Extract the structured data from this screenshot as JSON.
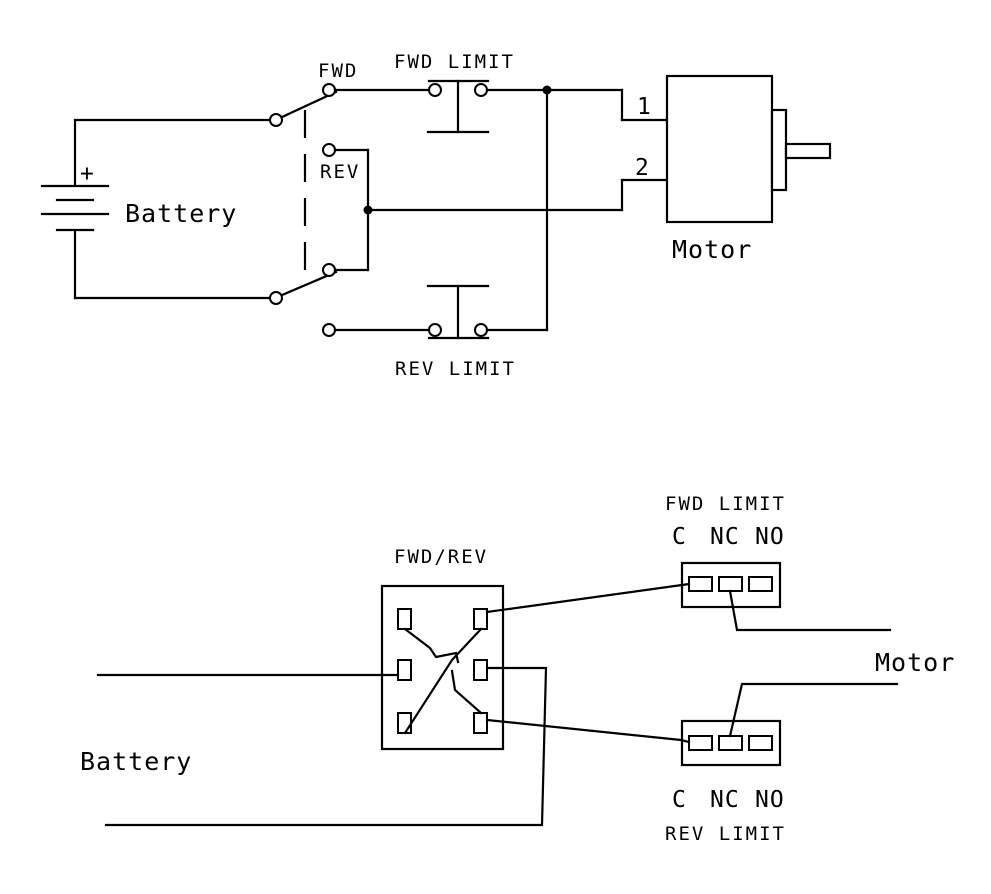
{
  "schematic": {
    "labels": {
      "fwd": "FWD",
      "rev": "REV",
      "fwd_limit": "FWD LIMIT",
      "rev_limit": "REV LIMIT",
      "battery": "Battery",
      "battery_plus": "+",
      "motor": "Motor",
      "motor_pin_1": "1",
      "motor_pin_2": "2"
    }
  },
  "wiring": {
    "labels": {
      "switch": "FWD/REV",
      "fwd_limit": "FWD LIMIT",
      "rev_limit": "REV LIMIT",
      "motor": "Motor",
      "battery": "Battery"
    },
    "fwd_limit_pins": {
      "c": "C",
      "nc": "NC",
      "no": "NO"
    },
    "rev_limit_pins": {
      "c": "C",
      "nc": "NC",
      "no": "NO"
    }
  }
}
